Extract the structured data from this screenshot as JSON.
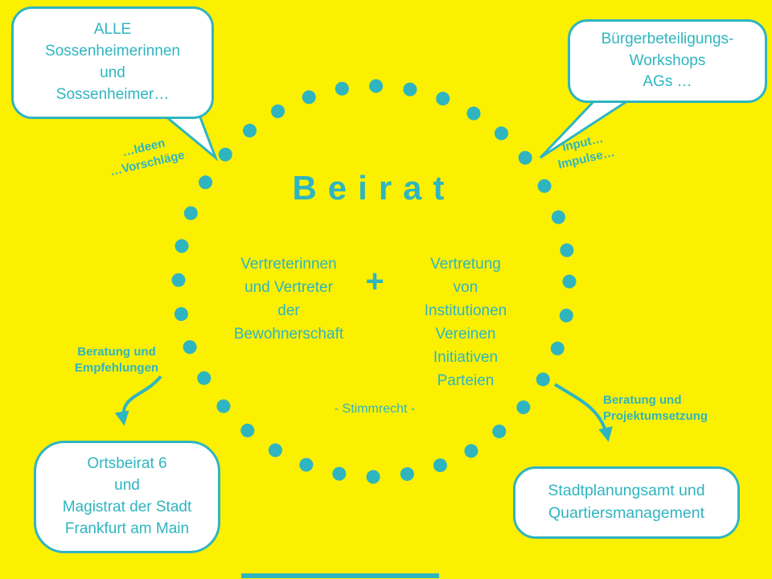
{
  "colors": {
    "background": "#FBF000",
    "teal": "#2FB5C0",
    "white": "#FFFFFF"
  },
  "center": {
    "title": "Beirat",
    "left_group": "Vertreterinnen\nund Vertreter\nder\nBewohnerschaft",
    "plus": "+",
    "right_group": "Vertretung\nvon\nInstitutionen\nVereinen\nInitiativen\nParteien",
    "voting_note": "- Stimmrecht -"
  },
  "bubbles": {
    "top_left": {
      "text": "ALLE\nSossenheimerinnen\nund\nSossenheimer…"
    },
    "top_right": {
      "text": "Bürgerbeteiligungs-\nWorkshops\nAGs …"
    },
    "bottom_left": {
      "text": "Ortsbeirat 6\nund\nMagistrat der Stadt\nFrankfurt am Main"
    },
    "bottom_right": {
      "text": "Stadtplanungsamt und\nQuartiersmanagement"
    }
  },
  "labels": {
    "ideas": "…Ideen\n…Vorschläge",
    "input": "Input…\nImpulse…",
    "advice_left": "Beratung und\nEmpfehlungen",
    "advice_right": "Beratung und\nProjektumsetzung"
  }
}
